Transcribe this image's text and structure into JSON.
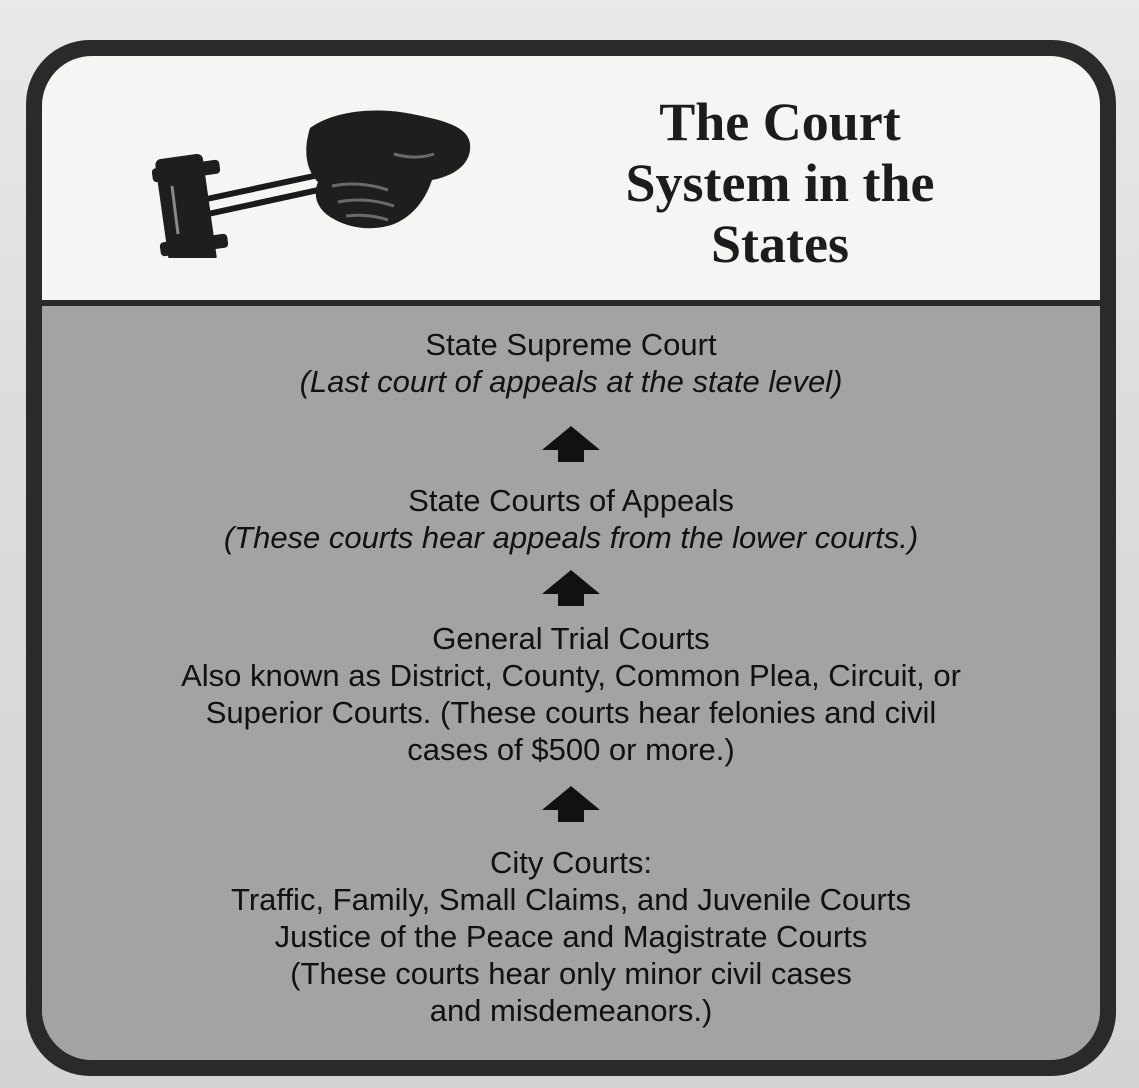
{
  "title": {
    "line1": "The Court",
    "line2": "System in the",
    "line3": "States"
  },
  "levels": [
    {
      "name": "State Supreme Court",
      "note": "(Last court of appeals at the state level)"
    },
    {
      "name": "State Courts of Appeals",
      "note": "(These courts hear appeals from the lower courts.)"
    },
    {
      "name": "General Trial Courts",
      "line2": "Also known as District, County, Common Plea, Circuit, or",
      "line3": "Superior Courts. (These courts hear felonies and civil",
      "line4": "cases of $500 or more.)"
    },
    {
      "name": "City Courts:",
      "line2": "Traffic, Family, Small Claims, and Juvenile Courts",
      "line3": "Justice of the Peace and Magistrate Courts",
      "line4": "(These courts hear only minor civil cases",
      "line5": "and misdemeanors.)"
    }
  ],
  "icons": {
    "illustration": "gavel-in-hand-icon",
    "arrow": "arrow-up-icon"
  },
  "colors": {
    "frame": "#2a2a2a",
    "header_bg": "#f5f5f3",
    "body_bg": "#a3a3a3",
    "text": "#111111"
  }
}
